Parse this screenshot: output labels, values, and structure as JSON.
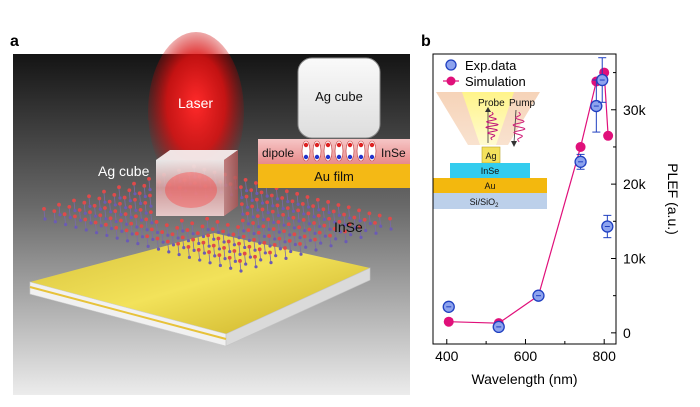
{
  "panel_a": {
    "label": "a",
    "laser_label": "Laser",
    "ag_cube_label": "Ag cube",
    "inset_ag_cube_label": "Ag cube",
    "dipole_label": "dipole",
    "inset_inse_label": "InSe",
    "au_film_label": "Au film",
    "inse_label": "InSe"
  },
  "panel_b": {
    "label": "b",
    "inset": {
      "probe_label": "Probe",
      "pump_label": "Pump",
      "ag_label": "Ag",
      "inse_label": "InSe",
      "au_label": "Au",
      "substrate_label": "Si/SiO",
      "substrate_sub": "2"
    }
  },
  "chart_data": {
    "type": "scatter",
    "xlabel": "Wavelength (nm)",
    "ylabel": "PLEF (a.u.)",
    "xlim": [
      365,
      830
    ],
    "ylim": [
      -1500,
      37500
    ],
    "xticks": [
      400,
      600,
      800
    ],
    "xtick_labels": [
      "400",
      "600",
      "800"
    ],
    "yticks": [
      0,
      10000,
      20000,
      30000
    ],
    "ytick_labels": [
      "0",
      "10k",
      "20k",
      "30k"
    ],
    "grid": false,
    "legend_placement": "top-left",
    "series": [
      {
        "name": "Exp.data",
        "style": "markers-with-errorbars",
        "color": "#2d4fd1",
        "x": [
          405,
          532,
          633,
          740,
          780,
          795,
          808
        ],
        "y": [
          3500,
          800,
          5000,
          23000,
          30500,
          34000,
          14300
        ],
        "err": [
          0,
          0,
          0,
          1000,
          3500,
          3000,
          1500
        ]
      },
      {
        "name": "Simulation",
        "style": "line-with-markers",
        "color": "#e0107a",
        "x": [
          405,
          532,
          633,
          740,
          780,
          800,
          810
        ],
        "y": [
          1500,
          1300,
          5000,
          25000,
          33800,
          35000,
          26500
        ]
      }
    ]
  },
  "colors": {
    "exp_marker_fill": "#8da3ee",
    "exp_marker_edge": "#1f3fc0",
    "sim_color": "#e0107a",
    "laser_red": "#ff1a1a",
    "au_gold": "#f3b80e",
    "inse_cyan": "#33ccee",
    "substrate_blue": "#bcd0ea"
  }
}
